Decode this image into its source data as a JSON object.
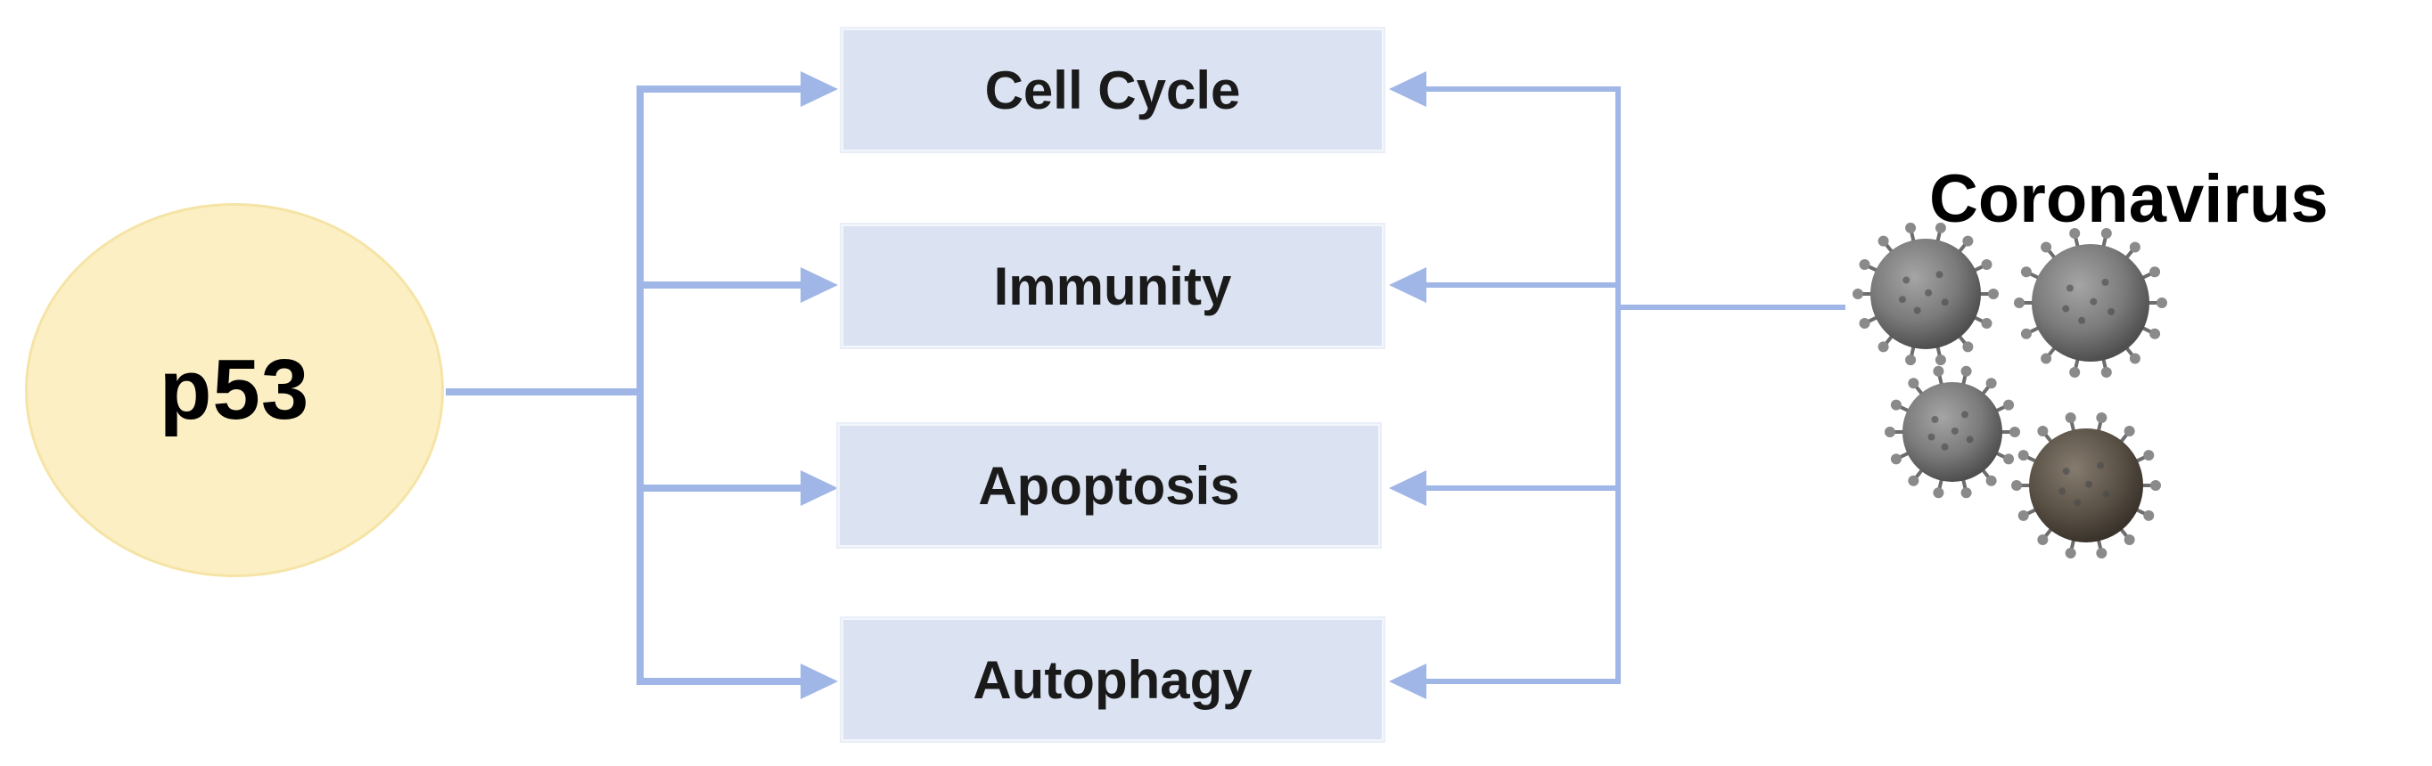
{
  "source": {
    "label": "p53"
  },
  "processes": [
    {
      "label": "Cell Cycle"
    },
    {
      "label": "Immunity"
    },
    {
      "label": "Apoptosis"
    },
    {
      "label": "Autophagy"
    }
  ],
  "virus": {
    "label": "Coronavirus"
  },
  "colors": {
    "connector": "#9fb6e6",
    "process_fill": "#dbe3f2",
    "p53_fill": "#fcefc4",
    "virus_gray": "#7d7d7d",
    "virus_dark": "#5a5147"
  }
}
